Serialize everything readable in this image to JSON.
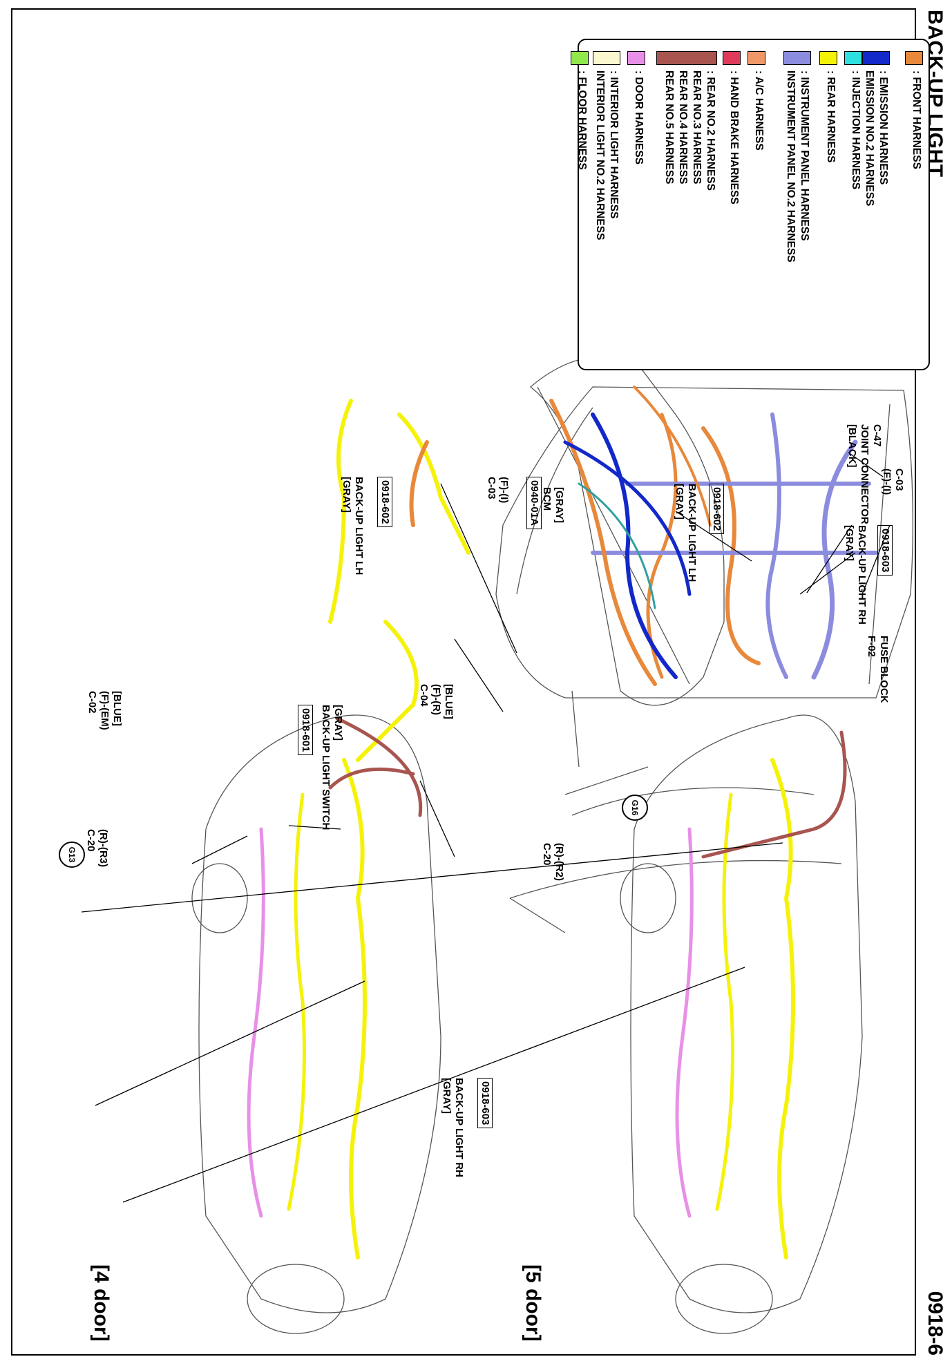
{
  "page": {
    "title": "BACK-UP LIGHT",
    "page_number": "0918-6"
  },
  "legend": {
    "items": [
      {
        "color": "#e8883a",
        "label": ": FRONT HARNESS"
      },
      {
        "color": "#1228c8",
        "label": ": EMISSION HARNESS\nEMISSION NO.2 HARNESS"
      },
      {
        "color": "#2fe0e0",
        "label": ": INJECTION HARNESS"
      },
      {
        "color": "#f5f20a",
        "label": ": REAR HARNESS"
      },
      {
        "color": "#8c8cdf",
        "label": ": INSTRUMENT PANEL HARNESS\nINSTRUMENT PANEL NO.2 HARNESS"
      },
      {
        "color": "#f0986a",
        "label": ": A/C HARNESS"
      },
      {
        "color": "#e03a5a",
        "label": ": HAND BRAKE HARNESS"
      },
      {
        "color": "#a85550",
        "label": ": REAR NO.2 HARNESS\nREAR NO.3 HARNESS\nREAR NO.4 HARNESS\nREAR NO.5 HARNESS"
      },
      {
        "color": "#e890e8",
        "label": ": DOOR HARNESS"
      },
      {
        "color": "#fbf8d0",
        "label": ": INTERIOR LIGHT HARNESS\nINTERIOR LIGHT NO.2 HARNESS"
      },
      {
        "color": "#90e84a",
        "label": ": FLOOR HARNESS"
      }
    ]
  },
  "dashboard_view": {
    "fuse_block": "FUSE BLOCK\nF-02",
    "c03": "C-03\n(F)-(I)",
    "c47": "C-47\nJOINT CONNECTOR\n[BLACK]"
  },
  "bcm_view": {
    "bcm_label": "[GRAY]\nBCM",
    "bcm_code": "0940-01A",
    "c03": "(F)-(I)\nC-03",
    "c04": "[BLUE]\n(F)-(R)\nC-04"
  },
  "engine_view": {
    "switch_label": "[GRAY]\nBACK-UP LIGHT SWITCH",
    "switch_code": "0918-601",
    "c02": "[BLUE]\n(F)-(EM)\nC-02"
  },
  "four_door": {
    "title": "[4 door]",
    "lh_code": "0918-602",
    "lh_label": "BACK-UP LIGHT LH\n[GRAY]",
    "rh_code": "0918-603",
    "rh_label": "BACK-UP LIGHT RH\n[GRAY]",
    "c20": "(R)-(R3)\nC-20",
    "ground": "G13"
  },
  "five_door": {
    "title": "[5 door]",
    "lh_code": "0918-602",
    "lh_label": "BACK-UP LIGHT LH\n[GRAY]",
    "rh_code": "0918-603",
    "rh_label": "BACK-UP LIGHT RH\n[GRAY]",
    "c20": "(R)-(R2)\nC-20",
    "ground": "G16"
  }
}
